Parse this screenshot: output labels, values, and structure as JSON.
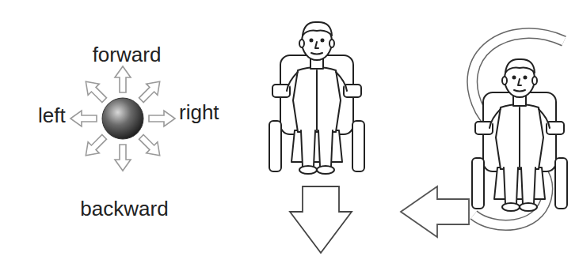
{
  "diagram": {
    "labels": [
      "forward",
      "left",
      "right",
      "backward"
    ]
  }
}
